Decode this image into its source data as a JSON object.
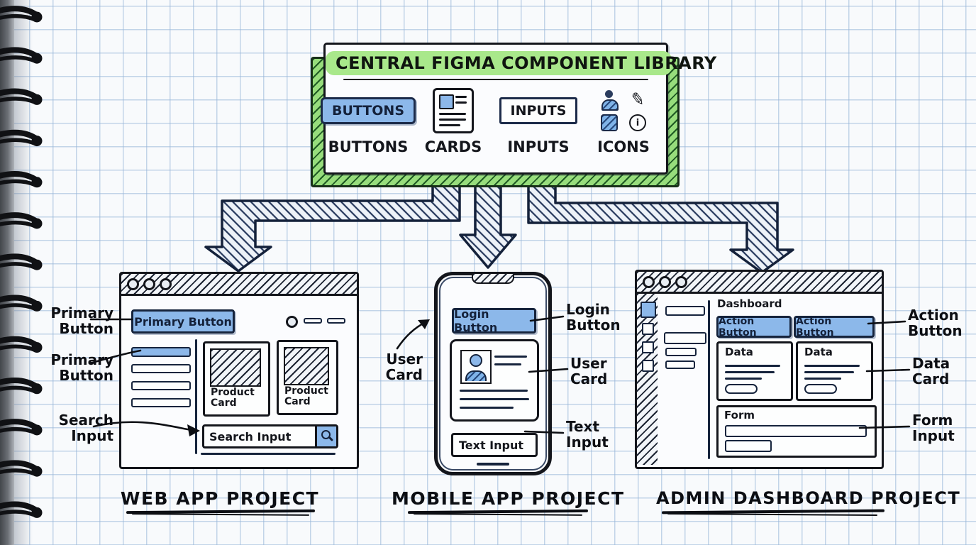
{
  "library": {
    "title": "CENTRAL FIGMA COMPONENT LIBRARY",
    "button_sample": "BUTTONS",
    "input_sample": "INPUTS",
    "labels": [
      "BUTTONS",
      "CARDS",
      "INPUTS",
      "ICONS"
    ],
    "icons": [
      "user-icon",
      "pen-tool-icon",
      "swatch-icon",
      "info-icon"
    ]
  },
  "web": {
    "title": "WEB APP PROJECT",
    "primary_button": "Primary Button",
    "product_cards": [
      "Product Card",
      "Product Card"
    ],
    "search_input": "Search Input",
    "callouts": {
      "primary_button_1": "Primary Button",
      "primary_button_2": "Primary Button",
      "search_input": "Search Input"
    }
  },
  "mobile": {
    "title": "MOBILE APP PROJECT",
    "login_button": "Login Button",
    "text_input": "Text Input",
    "callouts": {
      "user_card_left": "User Card",
      "login_button": "Login Button",
      "user_card_right": "User Card",
      "text_input": "Text Input"
    }
  },
  "admin": {
    "title": "ADMIN DASHBOARD PROJECT",
    "heading": "Dashboard",
    "action_buttons": [
      "Action Button",
      "Action Button"
    ],
    "data_cards": [
      "Data",
      "Data"
    ],
    "form_heading": "Form",
    "callouts": {
      "action_button": "Action Button",
      "data_card": "Data Card",
      "form_input": "Form Input"
    }
  },
  "colors": {
    "accent_blue": "#8cb8ea",
    "highlight_green": "#a9e88b",
    "ink": "#16243d",
    "paper": "#f8fafc"
  }
}
